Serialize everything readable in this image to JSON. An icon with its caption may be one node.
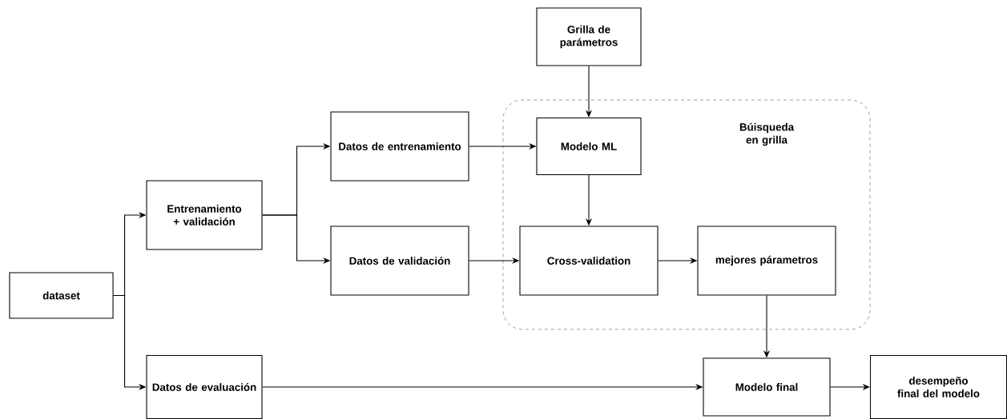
{
  "diagram": {
    "nodes": [
      {
        "text": [
          "dataset"
        ]
      },
      {
        "text": [
          "Entrenamiento + validación"
        ]
      },
      {
        "text": [
          "Datos de entrenamiento"
        ]
      },
      {
        "text": [
          "Datos de validación"
        ]
      },
      {
        "text": [
          "Datos de evaluación"
        ]
      },
      {
        "text": [
          "Grilla de parámetros"
        ]
      },
      {
        "text": [
          "Búisqueda en grilla"
        ]
      },
      {
        "text": [
          "Modelo ML"
        ],
        "in": 6
      },
      {
        "text": [
          "Cross-validation"
        ],
        "in": 6
      },
      {
        "text": [
          "mejores párametros"
        ],
        "in": 6
      },
      {
        "text": [
          "Modelo final"
        ]
      },
      {
        "text": [
          "desempeño final del modelo"
        ]
      }
    ],
    "edges": [
      {
        "from": 0,
        "to": 1,
        "arrow": "to"
      },
      {
        "from": 0,
        "to": 4,
        "arrow": "to"
      },
      {
        "from": 1,
        "to": 2,
        "arrow": "to"
      },
      {
        "from": 1,
        "to": 3,
        "arrow": "to"
      },
      {
        "from": 2,
        "to": 7,
        "arrow": "to"
      },
      {
        "from": 5,
        "to": 7,
        "arrow": "to"
      },
      {
        "from": 7,
        "to": 8,
        "arrow": "to"
      },
      {
        "from": 3,
        "to": 8,
        "arrow": "to"
      },
      {
        "from": 8,
        "to": 9,
        "arrow": "to"
      },
      {
        "from": 9,
        "to": 10,
        "arrow": "to"
      },
      {
        "from": 4,
        "to": 10,
        "arrow": "to"
      },
      {
        "from": 10,
        "to": 11,
        "arrow": "to"
      }
    ]
  }
}
